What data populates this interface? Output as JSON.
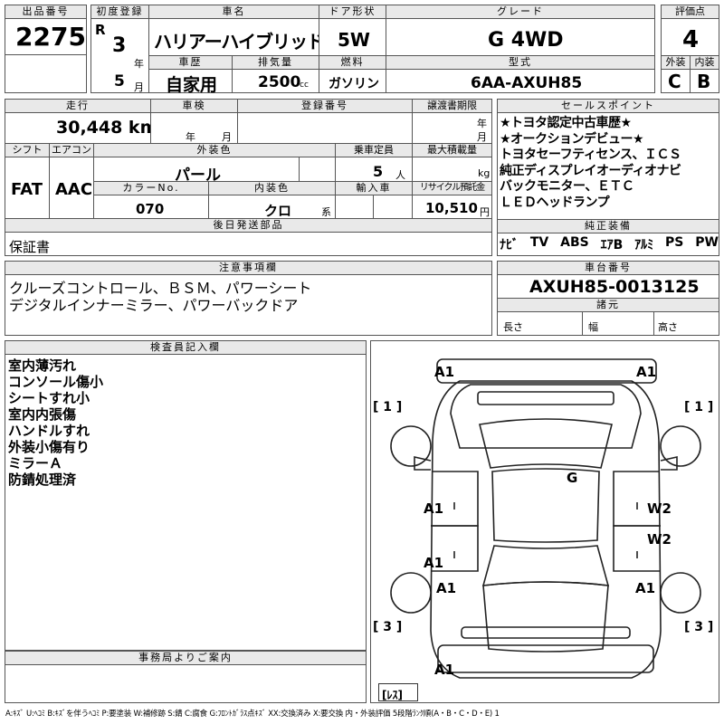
{
  "header": {
    "lot_no_label": "出品番号",
    "lot_no": "2275",
    "first_reg_label": "初度登録",
    "era": "R",
    "reg_year": "3",
    "year_unit": "年",
    "reg_month": "5",
    "month_unit": "月",
    "car_name_label": "車名",
    "car_name": "ハリアーハイブリッド",
    "doors_label": "ドア形状",
    "doors": "5W",
    "grade_label": "グレード",
    "grade": "G 4WD",
    "score_label": "評価点",
    "score": "4",
    "history_label": "車歴",
    "history": "自家用",
    "displacement_label": "排気量",
    "displacement": "2500",
    "displacement_unit": "cc",
    "fuel_label": "燃料",
    "fuel": "ガソリン",
    "model_label": "型式",
    "model": "6AA-AXUH85",
    "ext_grade_label": "外装",
    "ext_grade": "C",
    "int_grade_label": "内装",
    "int_grade": "B"
  },
  "spec": {
    "mileage_label": "走行",
    "mileage": "30,448 km",
    "inspection_label": "車検",
    "insp_year_unit": "年",
    "insp_month_unit": "月",
    "reg_no_label": "登録番号",
    "transfer_label": "譲渡書期限",
    "transfer_year_unit": "年",
    "transfer_month_unit": "月",
    "shift_label": "シフト",
    "shift": "FAT",
    "ac_label": "エアコン",
    "ac": "AAC",
    "ext_color_label": "外装色",
    "ext_color": "パール",
    "capacity_label": "乗車定員",
    "capacity": "5",
    "capacity_unit": "人",
    "max_load_label": "最大積載量",
    "max_load_unit": "kg",
    "color_no_label": "カラーNo.",
    "color_no": "070",
    "int_color_label": "内装色",
    "int_color": "クロ",
    "int_color_unit": "系",
    "import_label": "輸入車",
    "recycle_label": "リサイクル預託金",
    "recycle": "10,510",
    "recycle_unit": "円",
    "later_parts_label": "後日発送部品",
    "later_parts": "保証書"
  },
  "selling_points": {
    "label": "セールスポイント",
    "lines": [
      "★トヨタ認定中古車歴★",
      "★オークションデビュー★",
      "トヨタセーフティセンス、ＩＣＳ",
      "純正ディスプレイオーディオナビ",
      "バックモニター、ＥＴＣ",
      "ＬＥＤヘッドランプ"
    ]
  },
  "equipment": {
    "label": "純正装備",
    "items": [
      "ﾅﾋﾞ",
      "TV",
      "ABS",
      "ｴｱB",
      "ｱﾙﾐ",
      "PS",
      "PW"
    ]
  },
  "notes": {
    "label": "注意事項欄",
    "lines": [
      "クルーズコントロール、ＢＳＭ、パワーシート",
      "デジタルインナーミラー、パワーバックドア"
    ]
  },
  "chassis": {
    "label": "車台番号",
    "number": "AXUH85-0013125",
    "dims_label": "諸元",
    "length_label": "長さ",
    "width_label": "幅",
    "height_label": "高さ"
  },
  "inspector": {
    "label": "検査員記入欄",
    "lines": [
      "室内薄汚れ",
      "コンソール傷小",
      "シートすれ小",
      "室内内張傷",
      "ハンドルすれ",
      "外装小傷有り",
      "ミラーＡ",
      "防錆処理済"
    ]
  },
  "office": {
    "label": "事務局よりご案内"
  },
  "diagram": {
    "marks": {
      "front_left": "A1",
      "front_right": "A1",
      "tire_fl": "[ 1 ]",
      "tire_fr": "[ 1 ]",
      "glass": "G",
      "door_fl": "A1",
      "door_rl": "A1",
      "door_fr": "W2",
      "door_rr": "W2",
      "rear_wheel_l": "A1",
      "rear_wheel_r": "A1",
      "tire_rl": "[ 3 ]",
      "tire_rr": "[ 3 ]",
      "rear_bumper": "A1",
      "spare": "[ﾚｽ]"
    }
  },
  "legend": "A:ｷｽﾞ U:ﾍｺﾐ B:ｷｽﾞを伴うﾍｺﾐ P:要塗装 W:補修跡 S:錆 C:腐食 G:ﾌﾛﾝﾄｶﾞﾗｽ点ｷｽﾞ XX:交換済み X:要交換 内・外装評価 5段階ﾗﾝｸ順(A・B・C・D・E) 1"
}
